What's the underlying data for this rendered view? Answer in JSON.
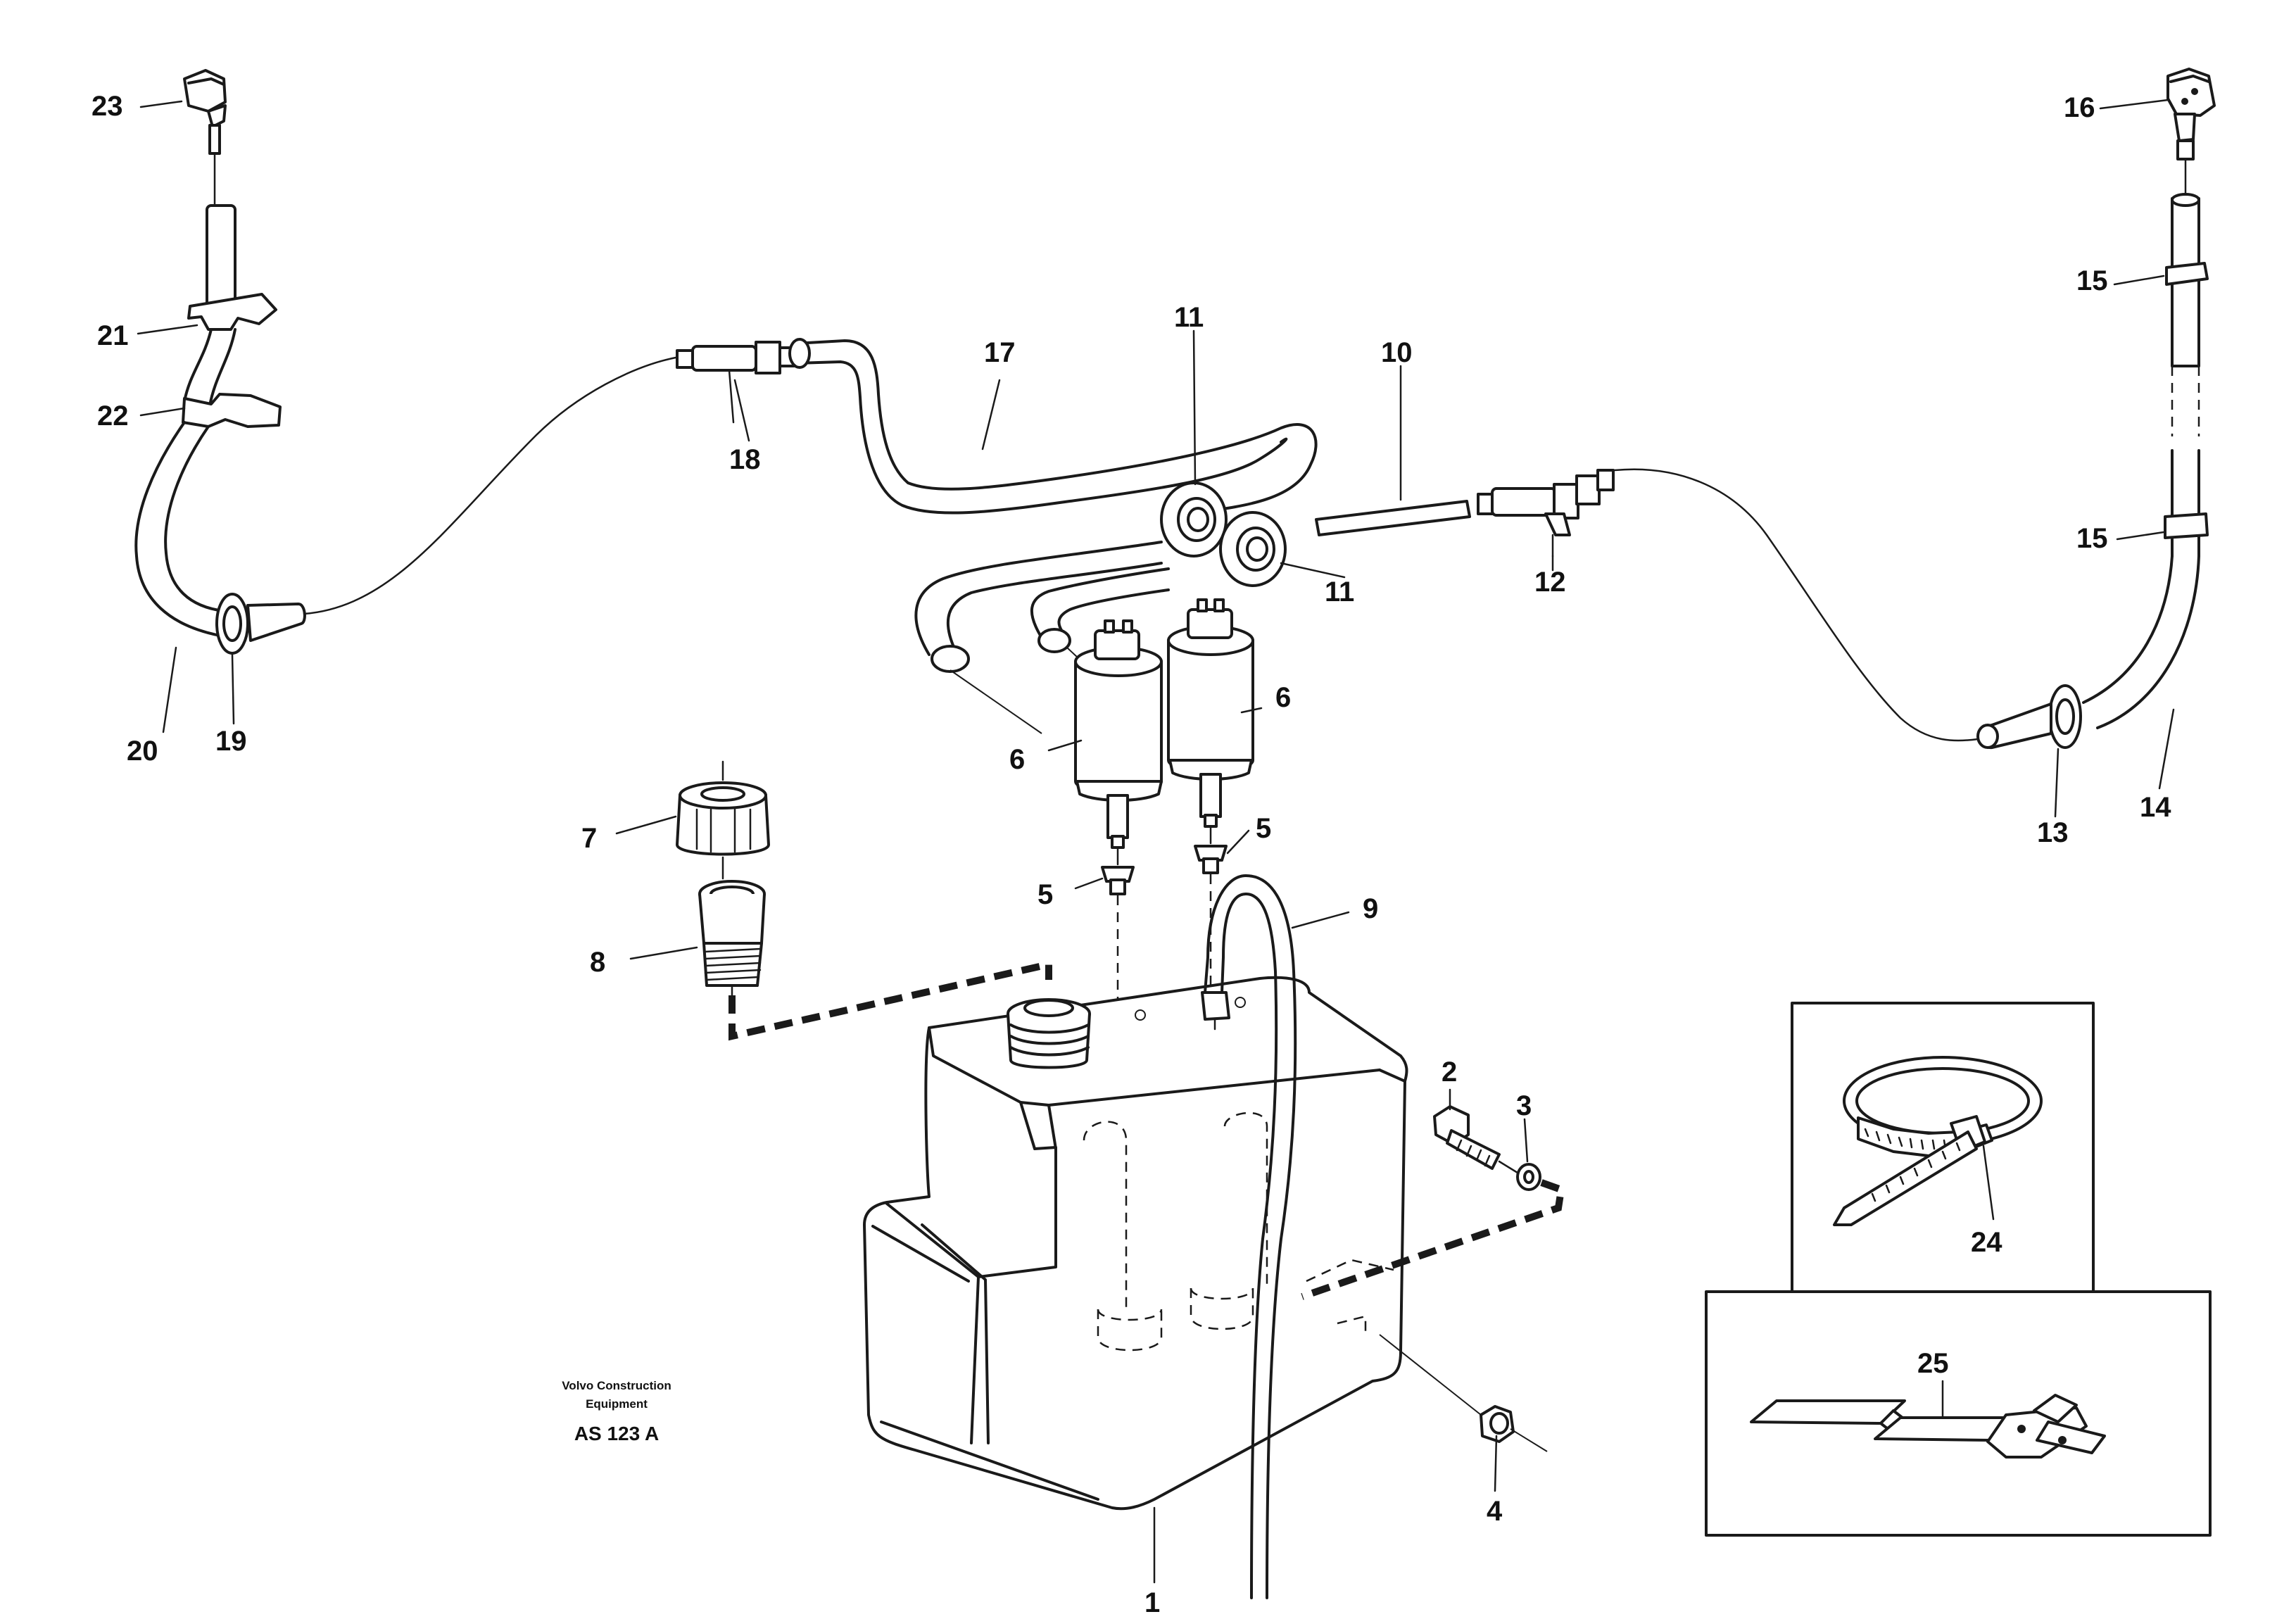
{
  "credit": {
    "line1": "Volvo Construction",
    "line2": "Equipment",
    "code": "AS 123 A"
  },
  "callouts": {
    "c1": "1",
    "c2": "2",
    "c3": "3",
    "c4": "4",
    "c5a": "5",
    "c5b": "5",
    "c6a": "6",
    "c6b": "6",
    "c7": "7",
    "c8": "8",
    "c9": "9",
    "c10": "10",
    "c11a": "11",
    "c11b": "11",
    "c12": "12",
    "c13": "13",
    "c14": "14",
    "c15a": "15",
    "c15b": "15",
    "c16": "16",
    "c17": "17",
    "c18": "18",
    "c19": "19",
    "c20": "20",
    "c21": "21",
    "c22": "22",
    "c23": "23",
    "c24": "24",
    "c25": "25"
  }
}
